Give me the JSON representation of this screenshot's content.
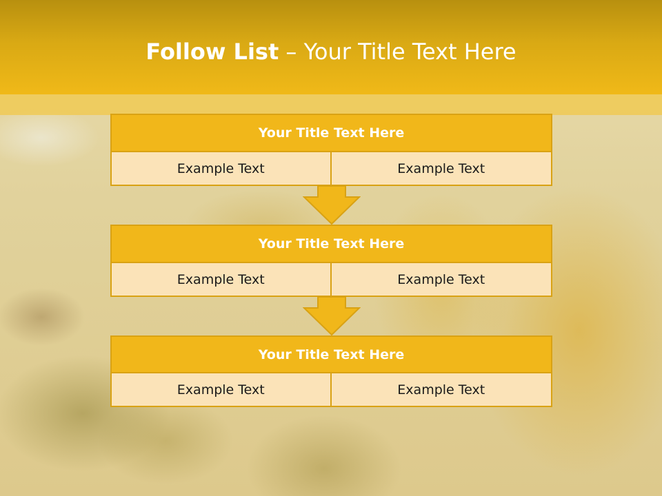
{
  "slide": {
    "title_bold": "Follow List",
    "title_rest": " – Your Title Text Here"
  },
  "blocks": [
    {
      "title": "Your Title Text Here",
      "left": "Example Text",
      "right": "Example Text"
    },
    {
      "title": "Your Title Text Here",
      "left": "Example Text",
      "right": "Example Text"
    },
    {
      "title": "Your Title Text Here",
      "left": "Example Text",
      "right": "Example Text"
    }
  ],
  "colors": {
    "header": "#f0b918",
    "block_title": "#f1b71a",
    "block_cell": "#fbe3b8",
    "border": "#d9a214"
  }
}
